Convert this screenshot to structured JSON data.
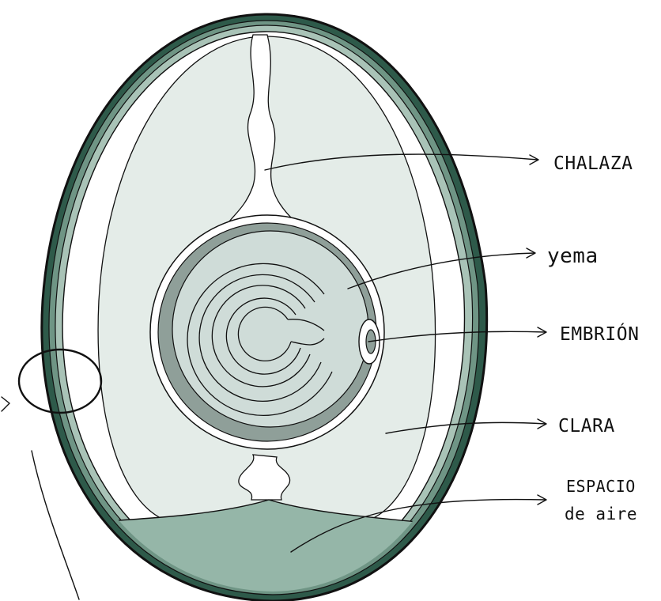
{
  "labels": {
    "chalaza": "CHALAZA",
    "yema": "yema",
    "embrion": "EMBRIÓN",
    "clara": "CLARA",
    "espacio_line1": "ESPACIO",
    "espacio_line2": "de aire"
  },
  "colors": {
    "shell_outer": "#2e5a4a",
    "shell_mid": "#6f9585",
    "membrane": "#a9c3b7",
    "albumen": "#e4ece8",
    "yolk_ring": "#8f9f99",
    "yolk": "#cfdcd8",
    "air_space": "#95b6a8",
    "ink": "#111111"
  }
}
